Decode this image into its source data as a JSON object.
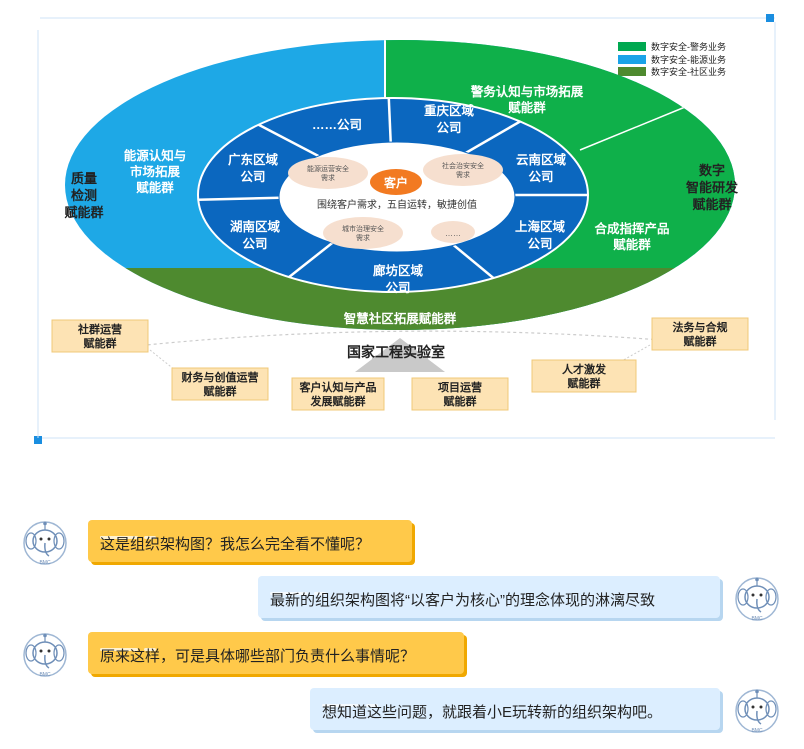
{
  "legend": [
    {
      "label": "数字安全-警务业务",
      "color": "#00a850"
    },
    {
      "label": "数字安全-能源业务",
      "color": "#1aa3e8"
    },
    {
      "label": "数字安全-社区业务",
      "color": "#4e8a2f"
    }
  ],
  "outer": {
    "left_group": "能源认知与\n市场拓展\n赋能群",
    "top_right_group": "警务认知与市场拓展\n赋能群",
    "right_group": "合成指挥产品\n赋能群",
    "bottom_group": "智慧社区拓展赋能群"
  },
  "side": {
    "left": "质量\n检测\n赋能群",
    "right": "数字\n智能研发\n赋能群"
  },
  "regions": {
    "chongqing": "重庆区域\n公司",
    "yunnan": "云南区域\n公司",
    "shanghai": "上海区域\n公司",
    "langfang": "廊坊区域\n公司",
    "hunan": "湖南区域\n公司",
    "guangdong": "广东区域\n公司",
    "etc": "……公司"
  },
  "center": {
    "customer": "客户",
    "slogan": "围绕客户需求，五自运转，敏捷创值",
    "energy_need": "能源运营安全\n需求",
    "social_need": "社会治安安全\n需求",
    "city_need": "城市治理安全\n需求",
    "ellipsis": "……"
  },
  "lab": "国家工程实验室",
  "tags": {
    "community_ops": "社群运营\n赋能群",
    "finance": "财务与创值运营\n赋能群",
    "customer_product": "客户认知与产品\n发展赋能群",
    "project_ops": "项目运营\n赋能群",
    "talent": "人才激发\n赋能群",
    "legal": "法务与合规\n赋能群"
  },
  "chat": [
    {
      "side": "left",
      "text": "这是组织架构图？我怎么完全看不懂呢？"
    },
    {
      "side": "right",
      "text": "最新的组织架构图将“以客户为核心”的理念体现的淋漓尽致"
    },
    {
      "side": "left",
      "text": "原来这样，可是具体哪些部门负责什么事情呢？"
    },
    {
      "side": "right",
      "text": "想知道这些问题，就跟着小E玩转新的组织架构吧。"
    }
  ],
  "avatar_badge": "BMC"
}
